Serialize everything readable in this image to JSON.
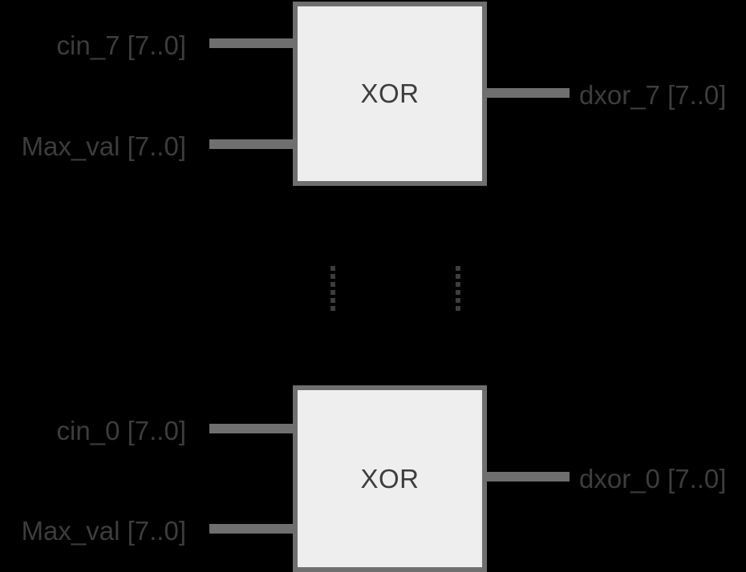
{
  "diagram": {
    "colors": {
      "background": "#000000",
      "block_fill": "#eeeeee",
      "block_border": "#6f6f6f",
      "wire": "#6f6f6f",
      "text": "#3d3d3d"
    },
    "blocks": [
      {
        "label": "XOR",
        "inputs": [
          "cin_7 [7..0]",
          "Max_val [7..0]"
        ],
        "outputs": [
          "dxor_7 [7..0]"
        ]
      },
      {
        "label": "XOR",
        "inputs": [
          "cin_0 [7..0]",
          "Max_val [7..0]"
        ],
        "outputs": [
          "dxor_0 [7..0]"
        ]
      }
    ]
  }
}
